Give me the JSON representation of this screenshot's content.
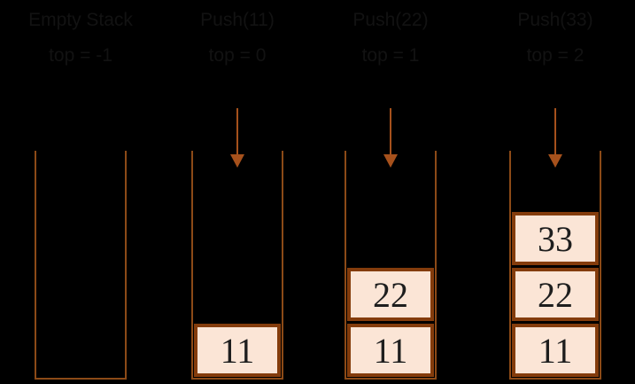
{
  "diagram": {
    "description": "Stack push operation shown in four states",
    "colors": {
      "background": "#000000",
      "stack_wall": "#8C4A17",
      "arrow": "#A6511C",
      "box_border": "#843C0C",
      "box_fill": "#FBE5D6",
      "box_text": "#1E1E1E",
      "label_text": "#121212"
    },
    "columns": [
      {
        "label_line1": "Empty Stack",
        "label_line2": "top = -1",
        "has_arrow": false,
        "values": []
      },
      {
        "label_line1": "Push(11)",
        "label_line2": "top = 0",
        "has_arrow": true,
        "values": [
          "11"
        ]
      },
      {
        "label_line1": "Push(22)",
        "label_line2": "top = 1",
        "has_arrow": true,
        "values": [
          "22",
          "11"
        ]
      },
      {
        "label_line1": "Push(33)",
        "label_line2": "top = 2",
        "has_arrow": true,
        "values": [
          "33",
          "22",
          "11"
        ]
      }
    ]
  }
}
